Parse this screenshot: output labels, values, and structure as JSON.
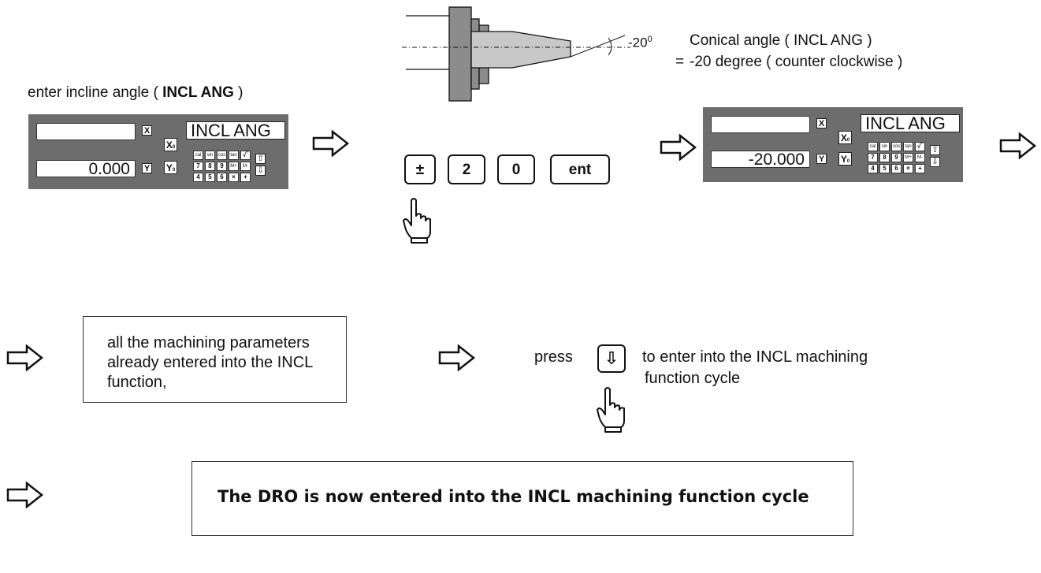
{
  "top_label": {
    "prefix": "enter incline angle ( ",
    "bold": "INCL ANG",
    "suffix": " )"
  },
  "angle_mark": "-20",
  "angle_sup": "0",
  "conical_line1": "Conical angle ( INCL ANG )",
  "conical_eq": "=",
  "conical_line2": "-20 degree ( counter clockwise )",
  "panel_left": {
    "msg": "INCL ANG",
    "x_value": "",
    "y_value": "0.000",
    "x_key": "X",
    "y_key": "Y",
    "x0_key": "X",
    "y0_key": "Y",
    "sub": "0"
  },
  "panel_right": {
    "msg": "INCL ANG",
    "x_value": "",
    "y_value": "-20.000",
    "x_key": "X",
    "y_key": "Y",
    "x0_key": "X",
    "y0_key": "Y",
    "sub": "0"
  },
  "keypad": [
    "cal",
    "sin",
    "cos",
    "tan",
    "√‾",
    "7",
    "8",
    "9",
    "M+",
    "M-",
    "4",
    "5",
    "6",
    "×",
    "+"
  ],
  "up_key": "⇧",
  "down_key": "⇩",
  "entry_keys": [
    "±",
    "2",
    "0",
    "ent"
  ],
  "params_text": [
    "all the machining parameters",
    "already entered into the INCL",
    "function,"
  ],
  "press_label": "press",
  "press_key": "⇩",
  "press_desc_1": "to enter into the INCL machining",
  "press_desc_2": "function cycle",
  "final_text": "The DRO is now entered into the INCL machining function cycle"
}
